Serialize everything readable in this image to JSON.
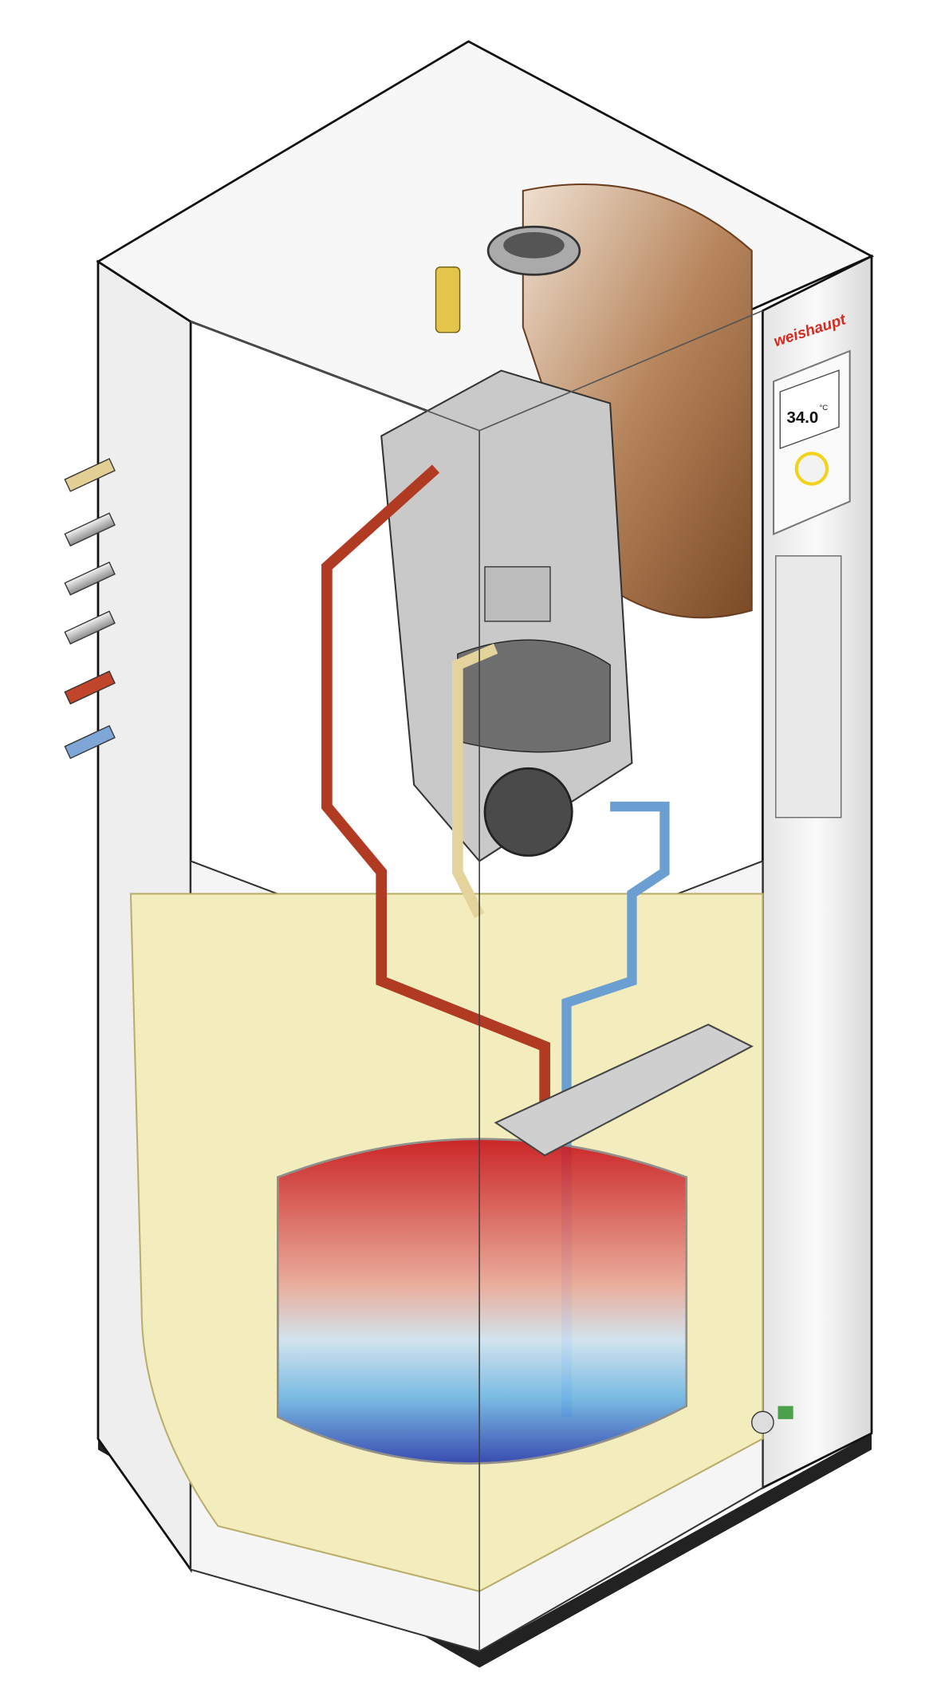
{
  "brand": {
    "name": "weishaupt",
    "color": "#d42a20"
  },
  "controller": {
    "temperature": "34.0",
    "unit": "°C",
    "knob_color": "#f2d21a"
  },
  "colors": {
    "hot_water": "#c8161b",
    "cold_water": "#4aa0dc",
    "insulation": "#f3edbd",
    "expansion_tank": "#9c6a43",
    "cabinet": "#f3f3f3"
  }
}
